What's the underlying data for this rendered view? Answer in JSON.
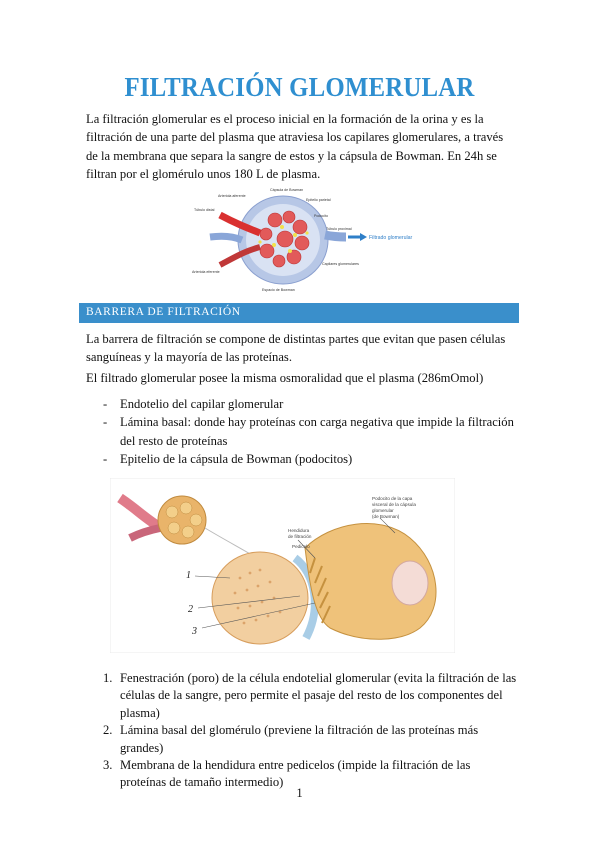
{
  "title": "FILTRACIÓN GLOMERULAR",
  "intro": "La filtración glomerular es el proceso inicial en la formación de la orina y es la filtración de una parte del plasma que atraviesa los capilares glomerulares, a través de la membrana que separa la sangre de estos y la cápsula de Bowman. En 24h se filtran por el glomérulo unos 180 L de plasma.",
  "figure1": {
    "labels": {
      "capsula": "Cápsula de Bowman",
      "arteriola_aferente": "Arteriola aferente",
      "epitelio_parietal": "Epitelio parietal",
      "tubulo_distal": "Túbulo distal",
      "podocito": "Podocito",
      "tubulo_proximal": "Túbulo proximal",
      "filtrado": "Filtrado glomerular",
      "arteriola_eferente": "Arteriola eferente",
      "capilares": "Capilares glomerulares",
      "espacio": "Espacio de Bowman"
    }
  },
  "section_title": "BARRERA DE FILTRACIÓN",
  "para2": "La barrera de filtración se compone de distintas partes que evitan que pasen células sanguíneas y la mayoría de las proteínas.",
  "para3": "El filtrado glomerular posee la misma osmoralidad que el plasma (286mOmol)",
  "dash_mark": "-",
  "dash_items": [
    "Endotelio del capilar glomerular",
    "Lámina basal: donde hay proteínas con carga negativa que impide la filtración del resto de proteínas",
    "Epitelio de la cápsula de Bowman (podocitos)"
  ],
  "figure2": {
    "labels": {
      "podocito": "Podocito de la capa visceral de la cápsula glomerular (de Bowman)",
      "hendidura": "Hendidura de filtración",
      "pedicelo": "Pedicelo",
      "n1": "1",
      "n2": "2",
      "n3": "3"
    }
  },
  "numbered_items": [
    {
      "n": "1.",
      "text": "Fenestración (poro) de la célula endotelial glomerular (evita la filtración de las células de la sangre, pero permite el pasaje del resto de los componentes del plasma)"
    },
    {
      "n": "2.",
      "text": "Lámina basal del glomérulo (previene la filtración de las proteínas más grandes)"
    },
    {
      "n": "3.",
      "text": "Membrana de la hendidura entre pedicelos (impide la filtración de las proteínas de tamaño intermedio)"
    }
  ],
  "page_number": "1"
}
